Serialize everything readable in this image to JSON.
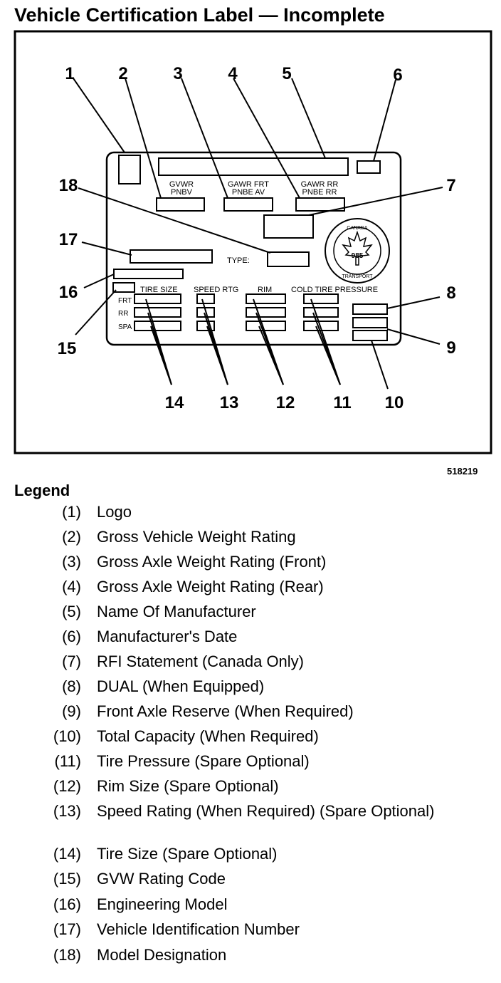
{
  "title": "Vehicle Certification Label — Incomplete",
  "figure_id": "518219",
  "label_text": {
    "gvwr_upper": "GVWR",
    "gvwr_lower": "PNBV",
    "gawr_front_upper": "GAWR FRT",
    "gawr_front_lower": "PNBE AV",
    "gawr_rear_upper": "GAWR RR",
    "gawr_rear_lower": "PNBE RR",
    "type": "TYPE:",
    "tire_size": "TIRE SIZE",
    "speed_rtg": "SPEED RTG",
    "rim": "RIM",
    "cold_tire_pressure": "COLD TIRE PRESSURE",
    "row_front": "FRT",
    "row_rear": "RR",
    "row_spare": "SPA",
    "seal_top": "CANADA",
    "seal_bottom": "TRANSPORT",
    "seal_number": "985"
  },
  "callouts": [
    "1",
    "2",
    "3",
    "4",
    "5",
    "6",
    "7",
    "8",
    "9",
    "10",
    "11",
    "12",
    "13",
    "14",
    "15",
    "16",
    "17",
    "18"
  ],
  "legend": {
    "heading": "Legend",
    "items": [
      {
        "num": "(1)",
        "text": "Logo"
      },
      {
        "num": "(2)",
        "text": "Gross Vehicle Weight Rating"
      },
      {
        "num": "(3)",
        "text": "Gross Axle Weight Rating (Front)"
      },
      {
        "num": "(4)",
        "text": "Gross Axle Weight Rating (Rear)"
      },
      {
        "num": "(5)",
        "text": "Name Of Manufacturer"
      },
      {
        "num": "(6)",
        "text": "Manufacturer's Date"
      },
      {
        "num": "(7)",
        "text": "RFI Statement (Canada Only)"
      },
      {
        "num": "(8)",
        "text": "DUAL (When Equipped)"
      },
      {
        "num": "(9)",
        "text": "Front Axle Reserve (When Required)"
      },
      {
        "num": "(10)",
        "text": "Total Capacity (When Required)"
      },
      {
        "num": "(11)",
        "text": "Tire Pressure (Spare Optional)"
      },
      {
        "num": "(12)",
        "text": "Rim Size (Spare Optional)"
      },
      {
        "num": "(13)",
        "text": "Speed Rating (When Required) (Spare Optional)"
      },
      {
        "num": "(14)",
        "text": "Tire Size (Spare Optional)"
      },
      {
        "num": "(15)",
        "text": "GVW Rating Code"
      },
      {
        "num": "(16)",
        "text": "Engineering Model"
      },
      {
        "num": "(17)",
        "text": "Vehicle Identification Number"
      },
      {
        "num": "(18)",
        "text": "Model Designation"
      }
    ]
  }
}
